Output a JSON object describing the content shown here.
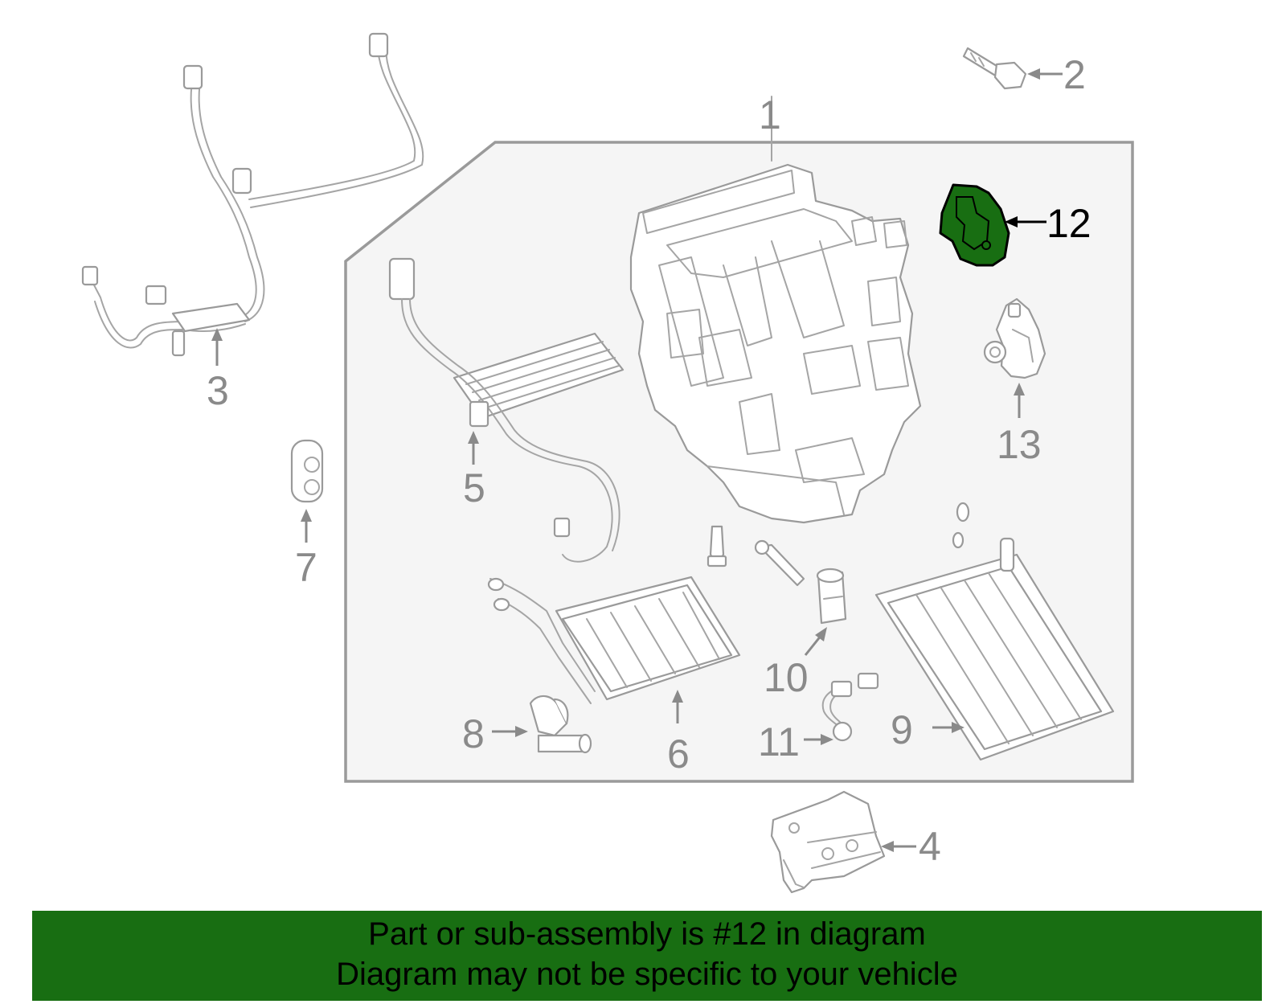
{
  "callouts": {
    "c1": "1",
    "c2": "2",
    "c3": "3",
    "c4": "4",
    "c5": "5",
    "c6": "6",
    "c7": "7",
    "c8": "8",
    "c9": "9",
    "c10": "10",
    "c11": "11",
    "c12": "12",
    "c13": "13"
  },
  "highlight_part": "12",
  "colors": {
    "highlight": "#186e12",
    "banner": "#186e12",
    "lines": "#9a9a9a",
    "panel": "#f5f5f5"
  },
  "banner": {
    "line1": "Part or sub-assembly is #12 in diagram",
    "line2": "Diagram may not be specific to your vehicle"
  }
}
